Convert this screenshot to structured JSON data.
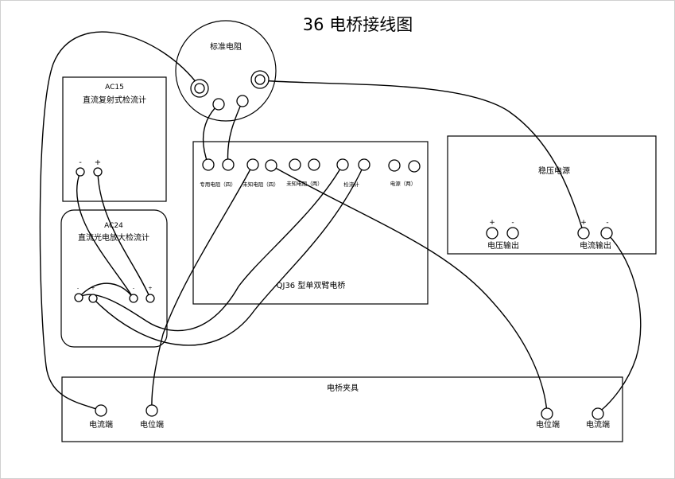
{
  "title": "36 电桥接线图",
  "standard_resistor": {
    "label": "标准电阻"
  },
  "ac15": {
    "model": "AC15",
    "name": "直流复射式检流计",
    "minus": "-",
    "plus": "+"
  },
  "ac24": {
    "model": "AC24",
    "name": "直流光电放大检流计",
    "minus1": "-",
    "plus1": "+",
    "minus2": "-",
    "plus2": "+"
  },
  "bridge": {
    "name": "QJ36 型单双臂电桥",
    "groups": [
      "专用电阻（四）",
      "未知电阻（四）",
      "未知电阻（两）",
      "检流计",
      "电源（两）"
    ]
  },
  "psu": {
    "name": "稳压电源",
    "voltage_out": "电压输出",
    "current_out": "电流输出",
    "v_plus": "+",
    "v_minus": "-",
    "c_plus": "+",
    "c_minus": "-"
  },
  "clamp": {
    "name": "电桥夹具",
    "t1": "电流端",
    "t2": "电位端",
    "t3": "电位端",
    "t4": "电流端"
  }
}
